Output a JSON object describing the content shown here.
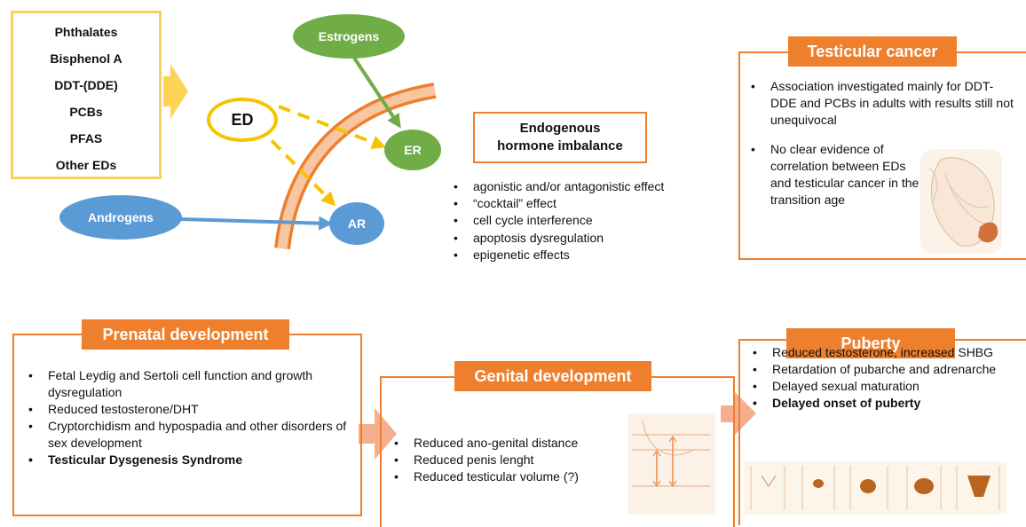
{
  "ed_sources": [
    "Phthalates",
    "Bisphenol A",
    "DDT-(DDE)",
    "PCBs",
    "PFAS",
    "Other EDs"
  ],
  "hormones": {
    "estrogens": "Estrogens",
    "androgens": "Androgens",
    "er": "ER",
    "ar": "AR",
    "ed": "ED"
  },
  "endogenous": {
    "title_line1": "Endogenous",
    "title_line2": "hormone imbalance",
    "effects": [
      "agonistic and/or antagonistic effect",
      "“cocktail” effect",
      "cell cycle interference",
      "apoptosis dysregulation",
      "epigenetic effects"
    ]
  },
  "testicular_cancer": {
    "title": "Testicular cancer",
    "items": [
      "Association investigated mainly for DDT-DDE and PCBs in adults with results still not unequivocal",
      "No clear evidence of correlation between EDs and testicular cancer in the transition age"
    ]
  },
  "prenatal": {
    "title": "Prenatal development",
    "items": [
      "Fetal Leydig and Sertoli cell function and growth dysregulation",
      "Reduced testosterone/DHT",
      "Cryptorchidism and hypospadia and other disorders of sex development",
      "Testicular Dysgenesis Syndrome"
    ]
  },
  "genital": {
    "title": "Genital development",
    "items": [
      "Reduced ano-genital distance",
      "Reduced penis lenght",
      "Reduced testicular volume (?)"
    ]
  },
  "puberty": {
    "title": "Puberty",
    "items": [
      "Reduced testosterone, increased SHBG",
      "Retardation of pubarche and adrenarche",
      "Delayed sexual maturation",
      "Delayed onset of puberty"
    ]
  },
  "colors": {
    "orange": "#ee7f2d",
    "yellow": "#f5c400",
    "green": "#71ad47",
    "blue": "#5b9bd5",
    "salmon": "#f4a582"
  }
}
